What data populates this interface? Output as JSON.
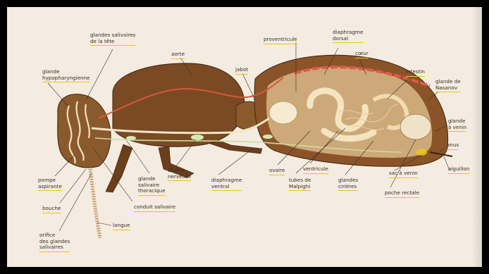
{
  "labels": {
    "glandes_salivaires_tete": "glandes salivaires\nde la tête",
    "glande_hypopharyngienne": "glande\nhypopharyngienne",
    "aorte": "aorte",
    "jabot": "jabot",
    "proventricule": "proventricule",
    "diaphragme_dorsal": "diaphragme\ndorsal",
    "coeur": "cœur",
    "intestin": "intestin",
    "glande_nasanov": "glande de\nNasanov",
    "glande_a_venin": "glande\nà venin",
    "anus": "anus",
    "aiguillon": "aiguillon",
    "pompe_aspirante": "pompe\naspirante",
    "bouche": "bouche",
    "orifice_glandes": "orifice\ndes glandes\nsalivaires",
    "langue": "langue",
    "conduit_salivaire": "conduit salivaire",
    "glande_salivaire_thoracique": "glande\nsalivaire\nthoracique",
    "chaine_nerveuse": "chaîne\nnerveuse",
    "diaphragme_ventral": "diaphragme\nventral",
    "ovaire": "ovaire",
    "ventricule": "ventricule",
    "tubes_malpighi": "tubes de\nMalpighi",
    "glandes_cirieres": "glandes\ncirières",
    "sac_a_venin": "sac à venin",
    "poche_rectale": "poche rectale"
  },
  "colors": {
    "background": "#f4ece0",
    "body_fill": "#7a4a24",
    "label_underline": "#e8c421",
    "heart": "#e15a4a"
  }
}
